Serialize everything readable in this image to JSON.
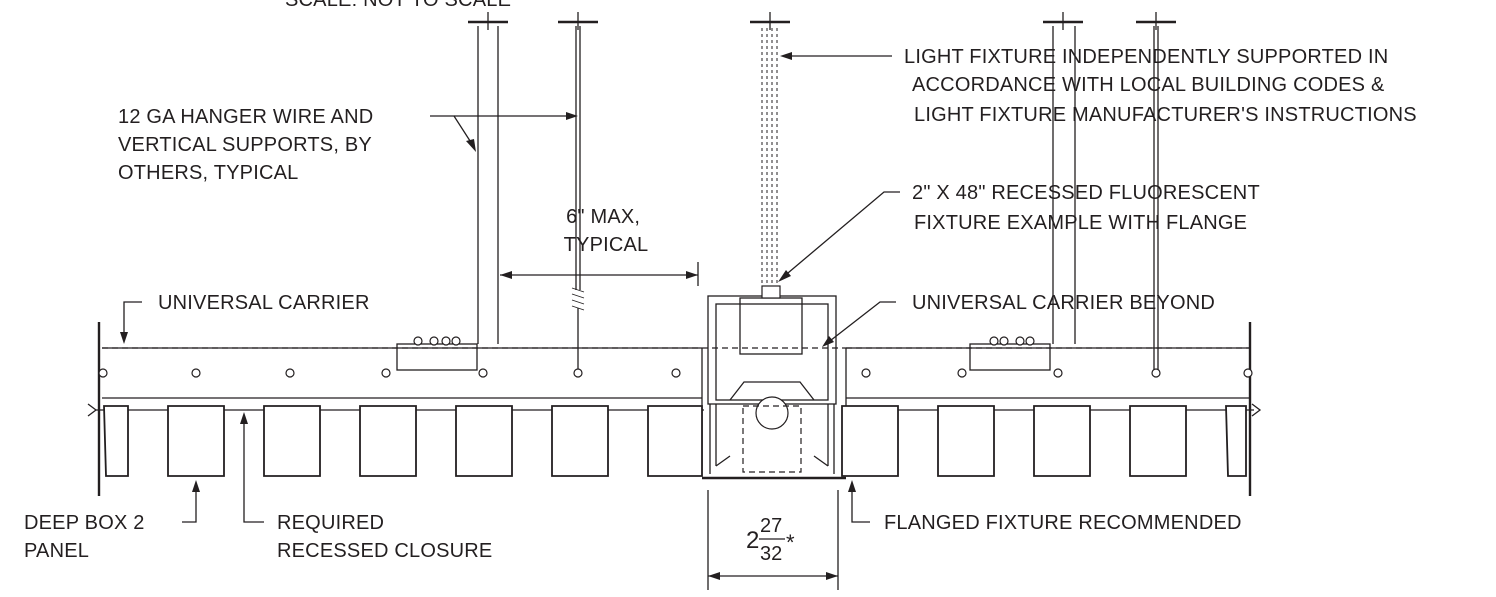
{
  "drawing": {
    "scale_note": "SCALE: NOT TO SCALE",
    "callouts": {
      "hanger_wire": [
        "12 GA HANGER WIRE AND",
        "VERTICAL SUPPORTS, BY",
        "OTHERS, TYPICAL"
      ],
      "light_fixture_support": [
        "LIGHT FIXTURE INDEPENDENTLY SUPPORTED IN",
        "ACCORDANCE WITH LOCAL BUILDING CODES &",
        "LIGHT FIXTURE MANUFACTURER'S INSTRUCTIONS"
      ],
      "recessed_fixture": [
        "2\" X 48\" RECESSED FLUORESCENT",
        "FIXTURE EXAMPLE WITH FLANGE"
      ],
      "spacing": [
        "6\" MAX,",
        "TYPICAL"
      ],
      "universal_carrier": "UNIVERSAL CARRIER",
      "universal_carrier_beyond": "UNIVERSAL CARRIER BEYOND",
      "deep_box_panel": [
        "DEEP BOX 2",
        "PANEL"
      ],
      "recessed_closure": [
        "REQUIRED",
        "RECESSED CLOSURE"
      ],
      "flanged_fixture": "FLANGED FIXTURE RECOMMENDED"
    },
    "dimension": {
      "whole": "2",
      "numerator": "27",
      "denominator": "32",
      "suffix": "*"
    }
  }
}
